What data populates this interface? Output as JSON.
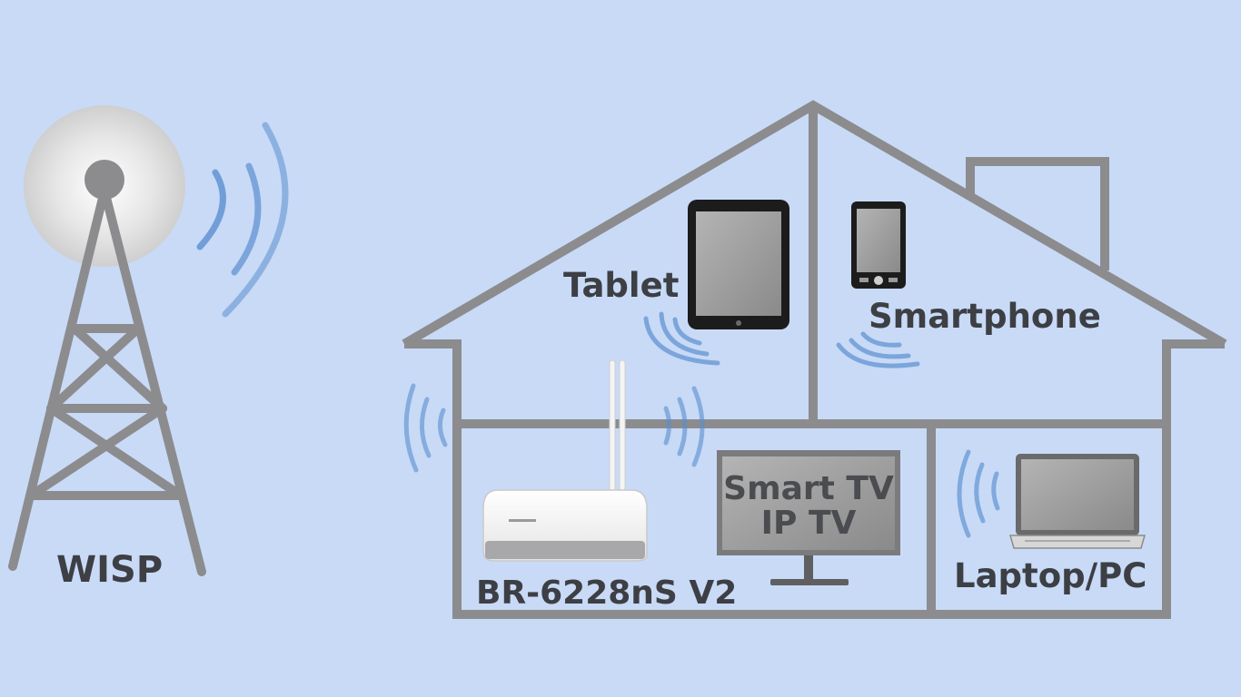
{
  "labels": {
    "wisp": "WISP",
    "tablet": "Tablet",
    "smartphone": "Smartphone",
    "router": "BR-6228nS V2",
    "laptop": "Laptop/PC"
  },
  "tv": {
    "line1": "Smart TV",
    "line2": "IP TV"
  },
  "colors": {
    "background": "#c8daf6",
    "house_outline": "#8c8c8e",
    "signal": "#5b8fd0",
    "label_text": "#3d3f44"
  }
}
